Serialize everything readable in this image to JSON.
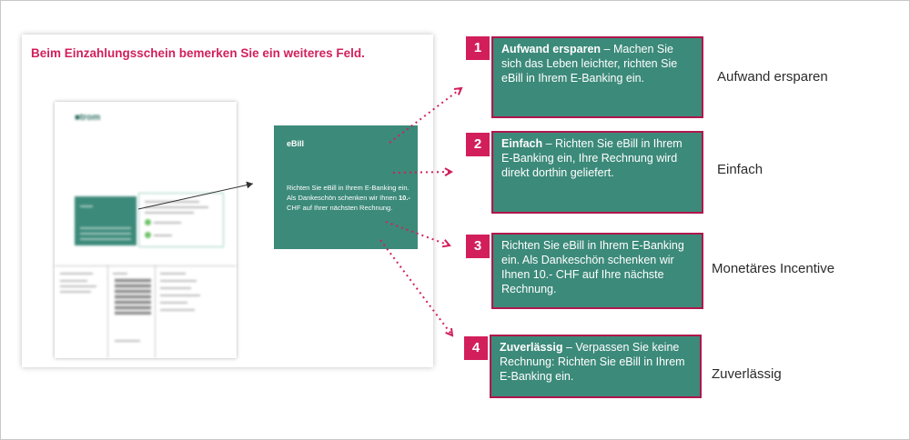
{
  "slide": {
    "heading": "Beim Einzahlungsschein bemerken Sie ein weiteres Feld.",
    "ebill_box": {
      "title": "eBill",
      "body_pre": "Richten Sie eBill in Ihrem E-Banking ein. Als Danke­schön schenken wir Ihnen ",
      "body_bold": "10.-",
      "body_post": " CHF auf Ihrer nächsten Rechnung."
    }
  },
  "callouts": [
    {
      "number": "1",
      "bold": "Aufwand ersparen",
      "text": " – Machen Sie sich das Leben leichter, richten Sie eBill in Ihrem E-Banking ein.",
      "label": "Aufwand ersparen"
    },
    {
      "number": "2",
      "bold": "Einfach",
      "text": " – Richten Sie eBill in Ihrem E-Banking ein, Ihre Rechnung wird direkt dorthin geliefert.",
      "label": "Einfach"
    },
    {
      "number": "3",
      "bold": "",
      "text": "Richten Sie eBill in Ihrem E-Banking ein. Als Dankeschön schenken wir Ihnen 10.- CHF auf Ihre nächste Rechnung.",
      "label": "Monetäres Incentive"
    },
    {
      "number": "4",
      "bold": "Zuverlässig",
      "text": " – Verpassen Sie keine Rechnung: Richten Sie eBill in Ihrem E-Banking ein.",
      "label": "Zuverlässig"
    }
  ],
  "colors": {
    "accent": "#d21f5c",
    "green": "#3c8a7a",
    "border": "#b0164c"
  }
}
